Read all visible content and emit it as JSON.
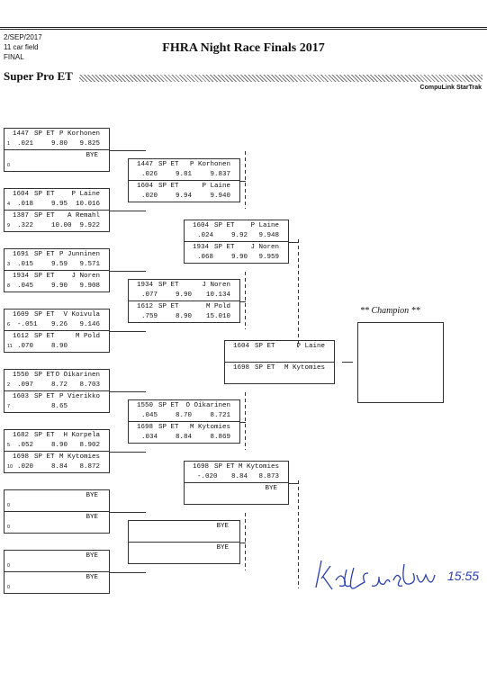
{
  "header": {
    "date": "2/SEP/2017",
    "field": "11 car field",
    "round": "FINAL",
    "title": "FHRA Night Race Finals 2017",
    "class_name": "Super Pro ET",
    "product": "CompuLink StarTrak"
  },
  "champion_label": "** Champion **",
  "bracket": {
    "r1": [
      {
        "top": {
          "car": "1447",
          "cls": "SP ET",
          "name": "P Korhonen",
          "seed": "1",
          "rt": ".021",
          "dial": "9.80",
          "et": "9.825"
        },
        "bot": {
          "bye": "BYE",
          "seed": "0"
        }
      },
      {
        "top": {
          "car": "1604",
          "cls": "SP ET",
          "name": "P Laine",
          "seed": "4",
          "rt": ".018",
          "dial": "9.95",
          "et": "10.016"
        },
        "bot": {
          "car": "1387",
          "cls": "SP ET",
          "name": "A Remahl",
          "seed": "9",
          "rt": ".322",
          "dial": "10.00",
          "et": "9.922"
        }
      },
      {
        "top": {
          "car": "1691",
          "cls": "SP ET",
          "name": "P Junninen",
          "seed": "3",
          "rt": ".015",
          "dial": "9.59",
          "et": "9.571"
        },
        "bot": {
          "car": "1934",
          "cls": "SP ET",
          "name": "J Noren",
          "seed": "8",
          "rt": ".045",
          "dial": "9.90",
          "et": "9.908"
        }
      },
      {
        "top": {
          "car": "1609",
          "cls": "SP ET",
          "name": "V Koivula",
          "seed": "6",
          "rt": "-.051",
          "dial": "9.26",
          "et": "9.146"
        },
        "bot": {
          "car": "1612",
          "cls": "SP ET",
          "name": "M Pold",
          "seed": "11",
          "rt": ".070",
          "dial": "8.90",
          "et": ""
        }
      },
      {
        "top": {
          "car": "1550",
          "cls": "SP ET",
          "name": "O Oikarinen",
          "seed": "2",
          "rt": ".097",
          "dial": "8.72",
          "et": "8.703"
        },
        "bot": {
          "car": "1603",
          "cls": "SP ET",
          "name": "P Vierikko",
          "seed": "7",
          "rt": "",
          "dial": "8.65",
          "et": ""
        }
      },
      {
        "top": {
          "car": "1682",
          "cls": "SP ET",
          "name": "H Korpela",
          "seed": "5",
          "rt": ".052",
          "dial": "8.90",
          "et": "8.902"
        },
        "bot": {
          "car": "1698",
          "cls": "SP ET",
          "name": "M Kytomies",
          "seed": "10",
          "rt": ".020",
          "dial": "8.84",
          "et": "8.872"
        }
      },
      {
        "top": {
          "bye": "BYE",
          "seed": "0"
        },
        "bot": {
          "bye": "BYE",
          "seed": "0"
        }
      },
      {
        "top": {
          "bye": "BYE",
          "seed": "0"
        },
        "bot": {
          "bye": "BYE",
          "seed": "0"
        }
      }
    ],
    "r2": [
      {
        "top": {
          "car": "1447",
          "cls": "SP ET",
          "name": "P Korhonen",
          "rt": ".026",
          "dial": "9.81",
          "et": "9.837"
        },
        "bot": {
          "car": "1604",
          "cls": "SP ET",
          "name": "P Laine",
          "rt": ".020",
          "dial": "9.94",
          "et": "9.940"
        }
      },
      {
        "top": {
          "car": "1934",
          "cls": "SP ET",
          "name": "J Noren",
          "rt": ".077",
          "dial": "9.90",
          "et": "10.134"
        },
        "bot": {
          "car": "1612",
          "cls": "SP ET",
          "name": "M Pold",
          "rt": ".759",
          "dial": "8.90",
          "et": "15.010"
        }
      },
      {
        "top": {
          "car": "1550",
          "cls": "SP ET",
          "name": "O Oikarinen",
          "rt": ".045",
          "dial": "8.70",
          "et": "8.721"
        },
        "bot": {
          "car": "1698",
          "cls": "SP ET",
          "name": "M Kytomies",
          "rt": ".034",
          "dial": "8.84",
          "et": "8.869"
        }
      },
      {
        "top": {
          "bye": "BYE"
        },
        "bot": {
          "bye": "BYE"
        }
      }
    ],
    "r3": [
      {
        "top": {
          "car": "1604",
          "cls": "SP ET",
          "name": "P Laine",
          "rt": ".024",
          "dial": "9.92",
          "et": "9.948"
        },
        "bot": {
          "car": "1934",
          "cls": "SP ET",
          "name": "J Noren",
          "rt": ".068",
          "dial": "9.90",
          "et": "9.959"
        }
      },
      {
        "top": {
          "car": "1698",
          "cls": "SP ET",
          "name": "M Kytomies",
          "rt": "-.020",
          "dial": "8.84",
          "et": "8.873"
        },
        "bot": {
          "bye": "BYE"
        }
      }
    ],
    "final": {
      "top": {
        "car": "1604",
        "cls": "SP ET",
        "name": "P Laine"
      },
      "bot": {
        "car": "1698",
        "cls": "SP ET",
        "name": "M Kytomies"
      }
    }
  },
  "signature": {
    "time": "15:55"
  }
}
